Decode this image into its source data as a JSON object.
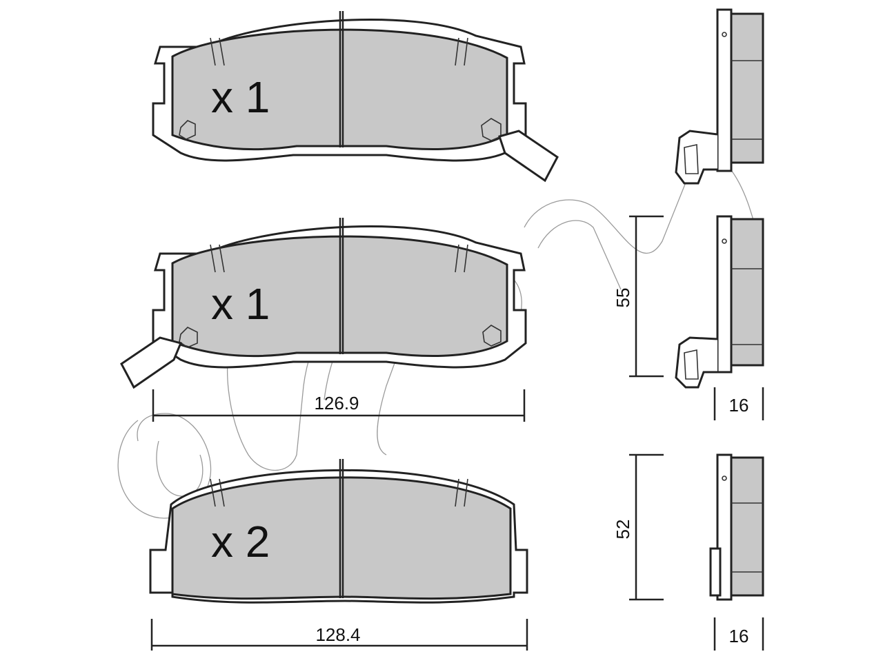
{
  "pads": [
    {
      "quantity_label": "x 1"
    },
    {
      "quantity_label": "x 1"
    },
    {
      "quantity_label": "x 2"
    }
  ],
  "dimensions": {
    "width_upper": "126.9",
    "width_lower": "128.4",
    "height_upper": "55",
    "height_lower": "52",
    "thickness_upper": "16",
    "thickness_lower": "16"
  },
  "colors": {
    "friction_material": "#c8c8c8",
    "outline": "#222222",
    "watermark": "#9a9a9a"
  }
}
